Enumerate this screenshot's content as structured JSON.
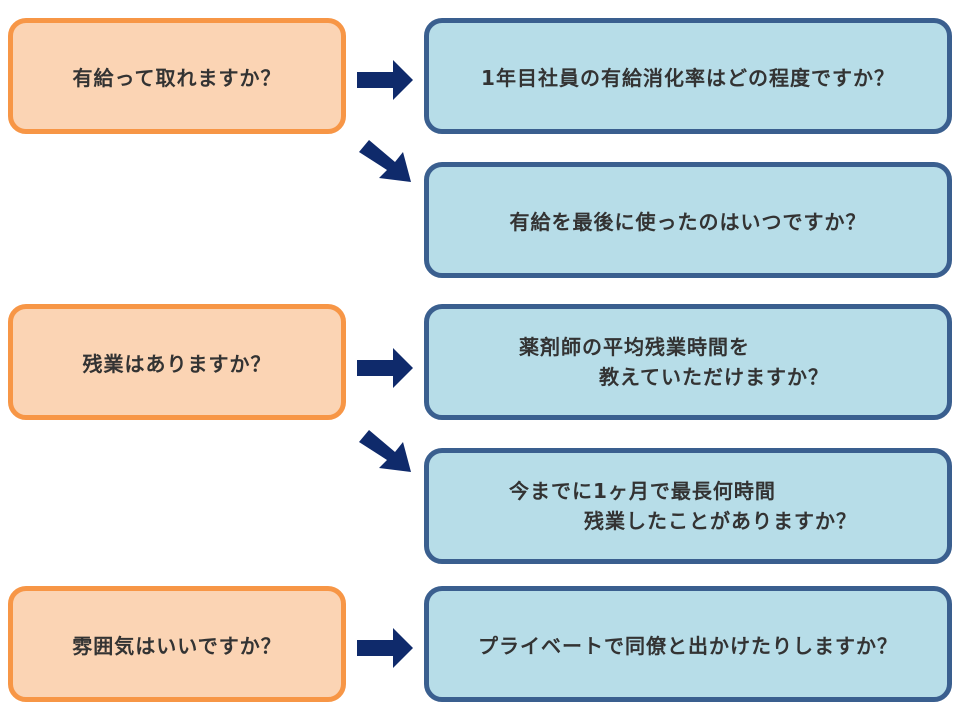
{
  "colors": {
    "question_fill": "#fbd4b4",
    "question_border": "#f79646",
    "detail_fill": "#b7dde8",
    "detail_border": "#3a5f8f",
    "arrow": "#0f2a6b",
    "text": "#333333"
  },
  "groups": [
    {
      "question": "有給って取れますか？",
      "details": [
        {
          "line1": "1年目社員の有給消化率はどの程度ですか？"
        },
        {
          "line1": "有給を最後に使ったのはいつですか？"
        }
      ]
    },
    {
      "question": "残業はありますか？",
      "details": [
        {
          "line1": "薬剤師の平均残業時間を",
          "line2": "教えていただけますか？"
        },
        {
          "line1": "今までに1ヶ月で最長何時間",
          "line2": "残業したことがありますか？"
        }
      ]
    },
    {
      "question": "雰囲気はいいですか？",
      "details": [
        {
          "line1": "プライベートで同僚と出かけたりしますか？"
        }
      ]
    }
  ]
}
